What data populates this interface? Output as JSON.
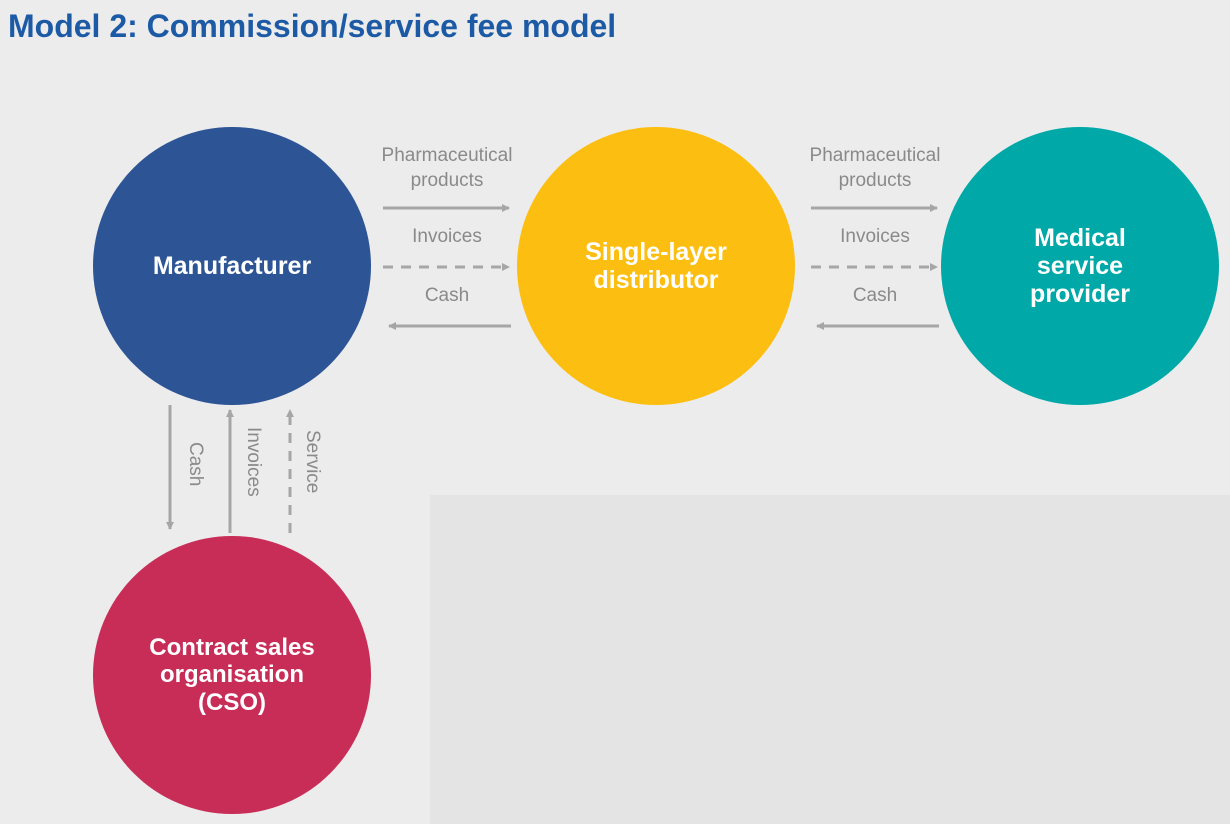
{
  "title": "Model 2: Commission/service fee model",
  "nodes": {
    "manufacturer": "Manufacturer",
    "distributor": "Single-layer\ndistributor",
    "provider": "Medical\nservice\nprovider",
    "cso": "Contract sales\norganisation\n(CSO)"
  },
  "colors": {
    "title": "#1d5aa6",
    "manufacturer": "#2d5596",
    "distributor": "#fcbe10",
    "provider": "#00a8a8",
    "cso": "#c82d58",
    "arrow": "#a6a6a6"
  },
  "flows": {
    "left": {
      "products": "Pharmaceutical\nproducts",
      "invoices": "Invoices",
      "cash": "Cash"
    },
    "right": {
      "products": "Pharmaceutical\nproducts",
      "invoices": "Invoices",
      "cash": "Cash"
    },
    "vertical": {
      "cash": "Cash",
      "invoices": "Invoices",
      "service": "Service"
    }
  }
}
